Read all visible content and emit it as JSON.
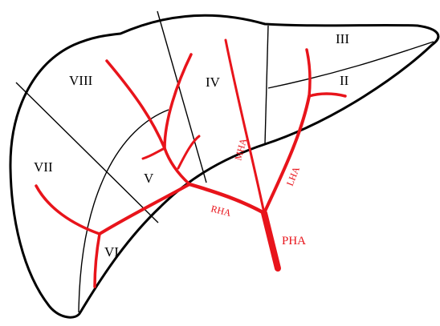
{
  "colors": {
    "outline": "#000000",
    "segment_line": "#000000",
    "vessel": "#e8141b",
    "background": "#ffffff"
  },
  "segments": {
    "ii": "II",
    "iii": "III",
    "iv": "IV",
    "v": "V",
    "vi": "VI",
    "vii": "VII",
    "viii": "VIII"
  },
  "vessels": {
    "pha": "PHA",
    "rha": "RHA",
    "lha": "LHA",
    "mha": "MHA"
  }
}
